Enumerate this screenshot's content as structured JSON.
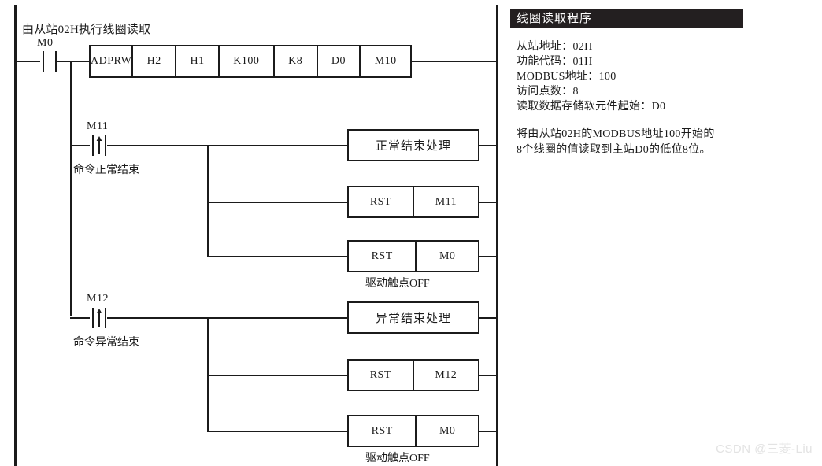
{
  "ladder": {
    "rung1": {
      "comment": "由从站02H执行线圈读取",
      "contact_device": "M0",
      "contact_type": "no-contact",
      "instruction": [
        "ADPRW",
        "H2",
        "H1",
        "K100",
        "K8",
        "D0",
        "M10"
      ]
    },
    "rung2": {
      "contact_device": "M11",
      "contact_type": "rising-edge-contact",
      "comment": "命令正常结束",
      "outputs": [
        {
          "cells": [
            "正常结束处理"
          ],
          "note": ""
        },
        {
          "cells": [
            "RST",
            "M11"
          ],
          "note": ""
        },
        {
          "cells": [
            "RST",
            "M0"
          ],
          "note": "驱动触点OFF"
        }
      ]
    },
    "rung3": {
      "contact_device": "M12",
      "contact_type": "rising-edge-contact",
      "comment": "命令异常结束",
      "outputs": [
        {
          "cells": [
            "异常结束处理"
          ],
          "note": ""
        },
        {
          "cells": [
            "RST",
            "M12"
          ],
          "note": ""
        },
        {
          "cells": [
            "RST",
            "M0"
          ],
          "note": "驱动触点OFF"
        }
      ]
    }
  },
  "panel": {
    "title": "线圈读取程序",
    "spec_lines": [
      "从站地址：02H",
      "功能代码：01H",
      "MODBUS地址：100",
      "访问点数：8",
      "读取数据存储软元件起始：D0"
    ],
    "description": "将由从站02H的MODBUS地址100开始的8个线圈的值读取到主站D0的低位8位。"
  },
  "watermark": "CSDN @三菱-Liu",
  "colors": {
    "line": "#1b1b1b",
    "panel_header_bg": "#231f20",
    "panel_header_text": "#ffffff",
    "watermark": "#e3e3e3"
  }
}
